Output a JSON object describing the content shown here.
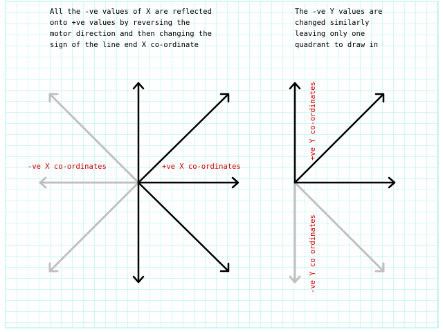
{
  "notes": {
    "left": [
      "All the -ve values of X are reflected",
      "onto +ve values by reversing the",
      "motor direction and then changing the",
      "sign of the line end X co-ordinate"
    ],
    "right": [
      "The -ve Y values are",
      "changed similarly",
      "leaving only one",
      "quadrant to draw in"
    ]
  },
  "labels": {
    "neg_x": "-ve X co-ordinates",
    "pos_x": "+ve X co-ordinates",
    "pos_y": "+ve Y co-ordinates",
    "neg_y": "-ve Y co ordinates"
  },
  "colors": {
    "grid": "#a8ecec",
    "active_arrow": "#000000",
    "reflected_arrow": "#c0c0c0",
    "label": "#cc0000",
    "note_text": "#000000"
  }
}
